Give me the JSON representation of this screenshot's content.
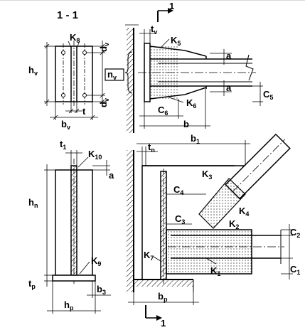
{
  "figure": {
    "section_title": "1 - 1",
    "section_mark": "1"
  },
  "labels": {
    "top_left": {
      "K8": {
        "main": "K",
        "sub": "8"
      },
      "hv": {
        "main": "h",
        "sub": "v"
      },
      "dv_top": {
        "main": "d",
        "sub": "v"
      },
      "dv_bot": {
        "main": "d",
        "sub": "v"
      },
      "bv": {
        "main": "b",
        "sub": "v"
      },
      "t": {
        "main": "t",
        "sub": ""
      }
    },
    "top_right": {
      "tv": {
        "main": "t",
        "sub": "v"
      },
      "K5": {
        "main": "K",
        "sub": "5"
      },
      "nv": {
        "main": "n",
        "sub": "v"
      },
      "a1": {
        "main": "a",
        "sub": ""
      },
      "a2": {
        "main": "a",
        "sub": ""
      },
      "C5": {
        "main": "C",
        "sub": "5"
      },
      "C6": {
        "main": "C",
        "sub": "6"
      },
      "K6": {
        "main": "K",
        "sub": "6"
      },
      "b": {
        "main": "b",
        "sub": ""
      }
    },
    "bottom_left": {
      "t1": {
        "main": "t",
        "sub": "1"
      },
      "K10": {
        "main": "K",
        "sub": "10"
      },
      "a": {
        "main": "a",
        "sub": ""
      },
      "hn": {
        "main": "h",
        "sub": "n"
      },
      "K9": {
        "main": "K",
        "sub": "9"
      },
      "tp": {
        "main": "t",
        "sub": "p"
      },
      "b3": {
        "main": "b",
        "sub": "3"
      },
      "hp": {
        "main": "h",
        "sub": "p"
      }
    },
    "bottom_right": {
      "tn": {
        "main": "t",
        "sub": "n"
      },
      "b1": {
        "main": "b",
        "sub": "1"
      },
      "K3": {
        "main": "K",
        "sub": "3"
      },
      "C4": {
        "main": "C",
        "sub": "4"
      },
      "K4": {
        "main": "K",
        "sub": "4"
      },
      "C3": {
        "main": "C",
        "sub": "3"
      },
      "K2": {
        "main": "K",
        "sub": "2"
      },
      "C2": {
        "main": "C",
        "sub": "2"
      },
      "K7": {
        "main": "K",
        "sub": "7"
      },
      "K1": {
        "main": "K",
        "sub": "1"
      },
      "C1": {
        "main": "C",
        "sub": "1"
      },
      "bp": {
        "main": "b",
        "sub": "p"
      }
    }
  }
}
